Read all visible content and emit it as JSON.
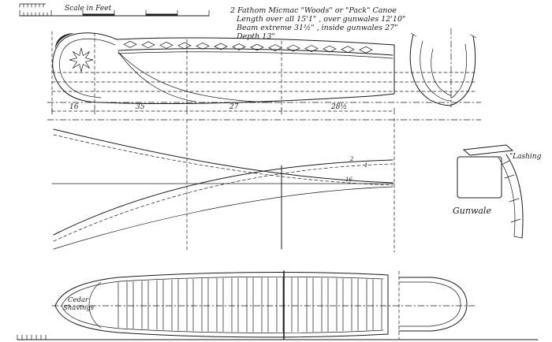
{
  "title_block": {
    "line1": "2 Fathom Micmac \"Woods\" or \"Pack\" Canoe",
    "line2": "Length over all  15'1\" , over gunwales 12'10\"",
    "line3": "Beam extreme   31½\" , inside gunwales 27\"",
    "line4": "Depth   13\""
  },
  "scale_bar": {
    "label": "Scale in Feet"
  },
  "dimension_labels": {
    "seg1": "16",
    "seg2": "35",
    "seg3": "27",
    "seg4": "28½"
  },
  "waterline_labels": {
    "n1": "2",
    "n2": "1",
    "n3": "16"
  },
  "detail_labels": {
    "lashing": "\"Lashing",
    "gunwale": "Gunwale"
  },
  "bottom_plan_labels": {
    "cedar_line1": "Cedar",
    "cedar_line2": "Shavings"
  },
  "colors": {
    "ink": "#1b1b1b",
    "paper": "#ffffff"
  }
}
